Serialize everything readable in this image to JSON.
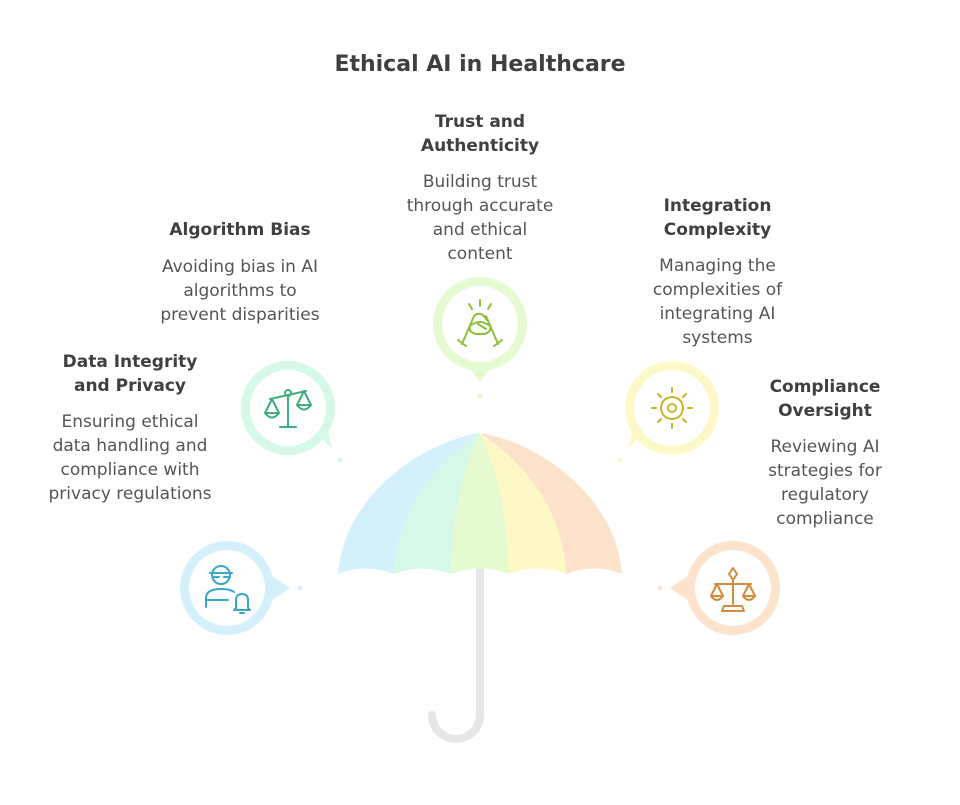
{
  "title": "Ethical AI in Healthcare",
  "items": [
    {
      "key": "data-integrity",
      "heading": "Data Integrity and Privacy",
      "description": "Ensuring ethical data handling and compliance with privacy regulations",
      "color": "#d4f1fb",
      "icon_color": "#3aa6c9",
      "icon": "person-bell-icon"
    },
    {
      "key": "algorithm-bias",
      "heading": "Algorithm Bias",
      "description": "Avoiding bias in AI algorithms to prevent disparities",
      "color": "#d6f8e9",
      "icon_color": "#3fae7f",
      "icon": "balance-scale-icon"
    },
    {
      "key": "trust",
      "heading": "Trust and Authenticity",
      "description": "Building trust through accurate and ethical content",
      "color": "#e6fad1",
      "icon_color": "#8fbf3a",
      "icon": "handshake-icon"
    },
    {
      "key": "integration",
      "heading": "Integration Complexity",
      "description": "Managing the complexities of integrating AI systems",
      "color": "#fdf8c7",
      "icon_color": "#c9b42a",
      "icon": "gear-sun-icon"
    },
    {
      "key": "compliance",
      "heading": "Compliance Oversight",
      "description": "Reviewing AI strategies for regulatory compliance",
      "color": "#fde3cc",
      "icon_color": "#d38a3a",
      "icon": "justice-scale-icon"
    }
  ],
  "umbrella": {
    "panel_colors": [
      "#d3f0fb",
      "#d6f8e8",
      "#e6fad0",
      "#fdf8c5",
      "#fde2cb"
    ],
    "handle_color": "#e6e6e6"
  }
}
